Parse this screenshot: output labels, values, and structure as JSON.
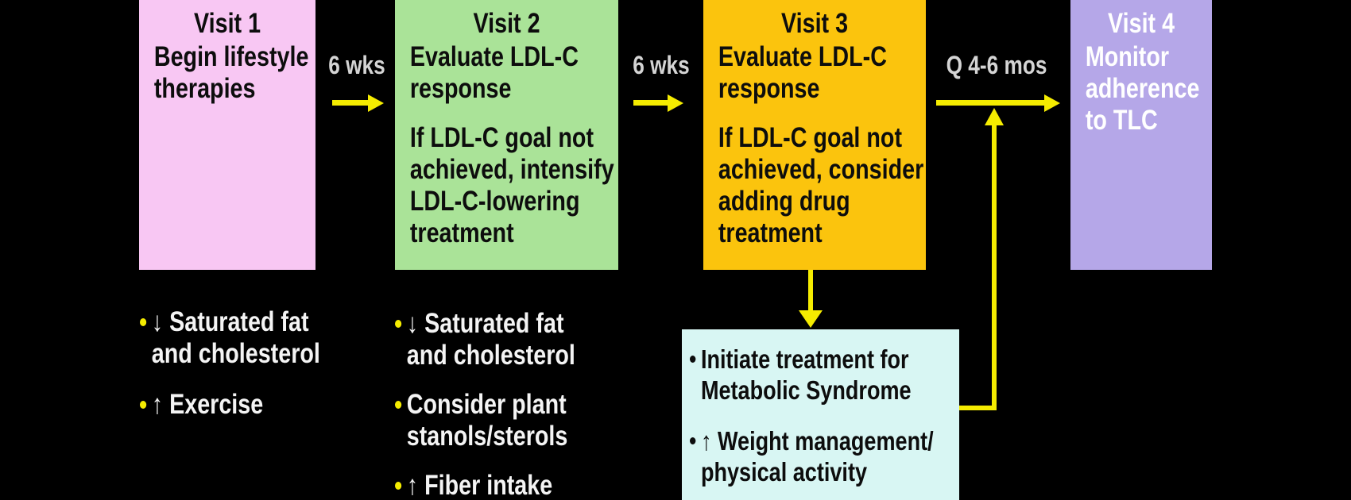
{
  "slide": {
    "background": "#000000",
    "arrow_color": "#f5ec00",
    "interval_label_color": "#d4d4d4",
    "boxes": {
      "visit1": {
        "title": "Visit 1",
        "body_lines": [
          "Begin lifestyle",
          "therapies"
        ],
        "bg": "#f8c7f3"
      },
      "visit2": {
        "title": "Visit 2",
        "para1_lines": [
          "Evaluate LDL-C",
          "response"
        ],
        "para2_lines": [
          "If LDL-C goal not",
          "achieved, intensify",
          "LDL-C-lowering",
          "treatment"
        ],
        "bg": "#aae398"
      },
      "visit3": {
        "title": "Visit 3",
        "para1_lines": [
          "Evaluate LDL-C",
          "response"
        ],
        "para2_lines": [
          "If LDL-C goal not",
          "achieved, consider",
          "adding drug",
          "treatment"
        ],
        "bg": "#fbc40d"
      },
      "visit4": {
        "title": "Visit 4",
        "body_lines": [
          "Monitor",
          "adherence",
          "to TLC"
        ],
        "bg": "#b5a7e8",
        "text_color": "#ffffff"
      }
    },
    "intervals": {
      "v1_to_v2": "6 wks",
      "v2_to_v3": "6 wks",
      "v3_to_v4": "Q 4-6 mos"
    },
    "visit1_bullets": [
      {
        "lines": [
          "↓ Saturated fat",
          "and cholesterol"
        ]
      },
      {
        "lines": [
          "↑ Exercise"
        ]
      }
    ],
    "visit2_bullets": [
      {
        "lines": [
          "↓ Saturated fat",
          "and cholesterol"
        ]
      },
      {
        "lines": [
          "Consider plant",
          "stanols/sterols"
        ]
      },
      {
        "lines": [
          "↑ Fiber intake"
        ]
      }
    ],
    "metabolic_box": {
      "bg": "#d8f6f3",
      "bullets": [
        {
          "lines": [
            "Initiate treatment for",
            "Metabolic Syndrome"
          ]
        },
        {
          "lines": [
            "↑ Weight management/",
            "physical activity"
          ]
        }
      ]
    }
  }
}
